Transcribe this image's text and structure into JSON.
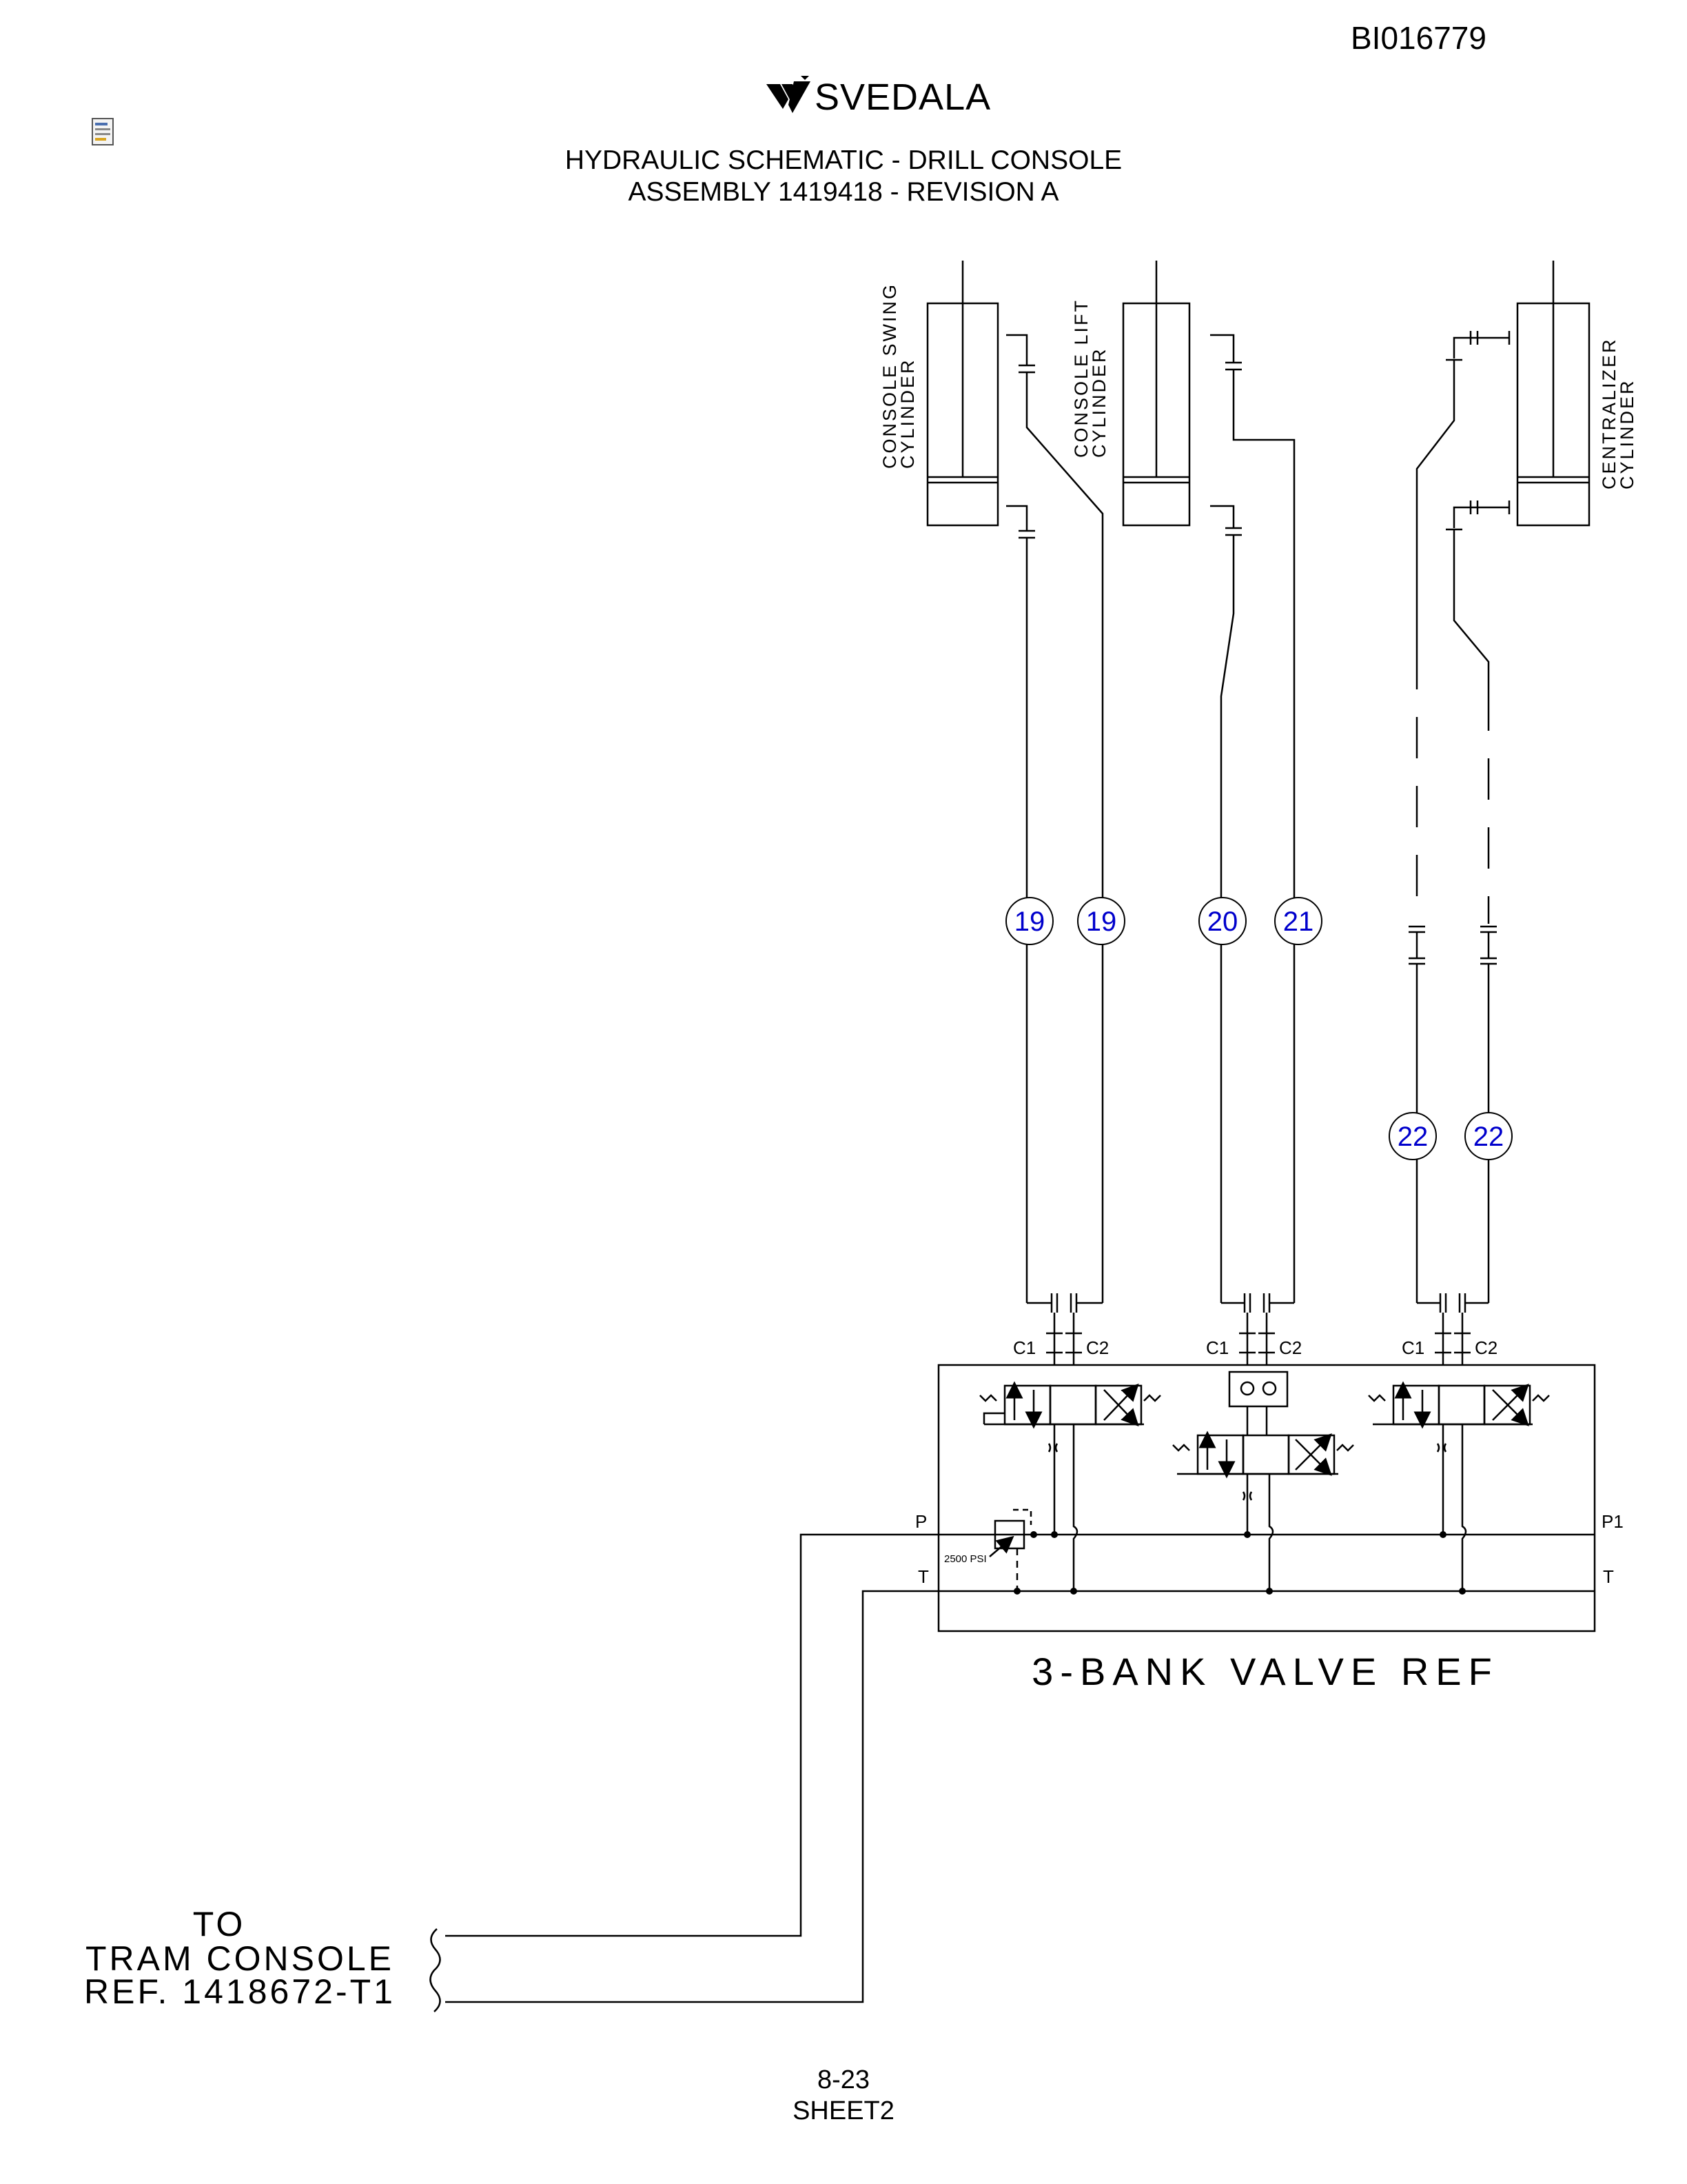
{
  "doc_id": "BI016779",
  "brand": "SVEDALA",
  "title_line1": "HYDRAULIC SCHEMATIC - DRILL CONSOLE",
  "title_line2": "ASSEMBLY 1419418 - REVISION A",
  "cylinders": {
    "console_swing": [
      "CONSOLE SWING",
      "CYLINDER"
    ],
    "console_lift": [
      "CONSOLE LIFT",
      "CYLINDER"
    ],
    "centralizer": [
      "CENTRALIZER",
      "CYLINDER"
    ]
  },
  "hose_callouts": [
    "19",
    "19",
    "20",
    "21",
    "22",
    "22"
  ],
  "ports": {
    "c1": "C1",
    "c2": "C2",
    "p": "P",
    "p1": "P1",
    "t": "T"
  },
  "relief_setting": "2500 PSI",
  "valve_label": "3-BANK VALVE REF",
  "tram_ref": [
    "TO",
    "TRAM CONSOLE",
    "REF. 1418672-T1"
  ],
  "page_number": "8-23",
  "sheet": "SHEET2",
  "colors": {
    "line": "#000000",
    "callout_text": "#0000cc"
  }
}
